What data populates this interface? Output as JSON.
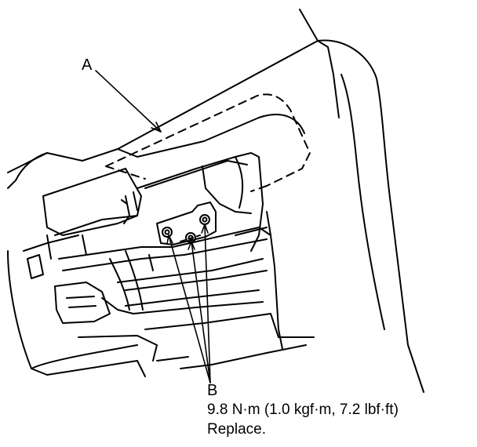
{
  "callouts": {
    "a_letter": "A",
    "b_letter": "B",
    "b_torque": "9.8 N·m (1.0 kgf·m, 7.2 lbf·ft)",
    "b_note": "Replace."
  }
}
